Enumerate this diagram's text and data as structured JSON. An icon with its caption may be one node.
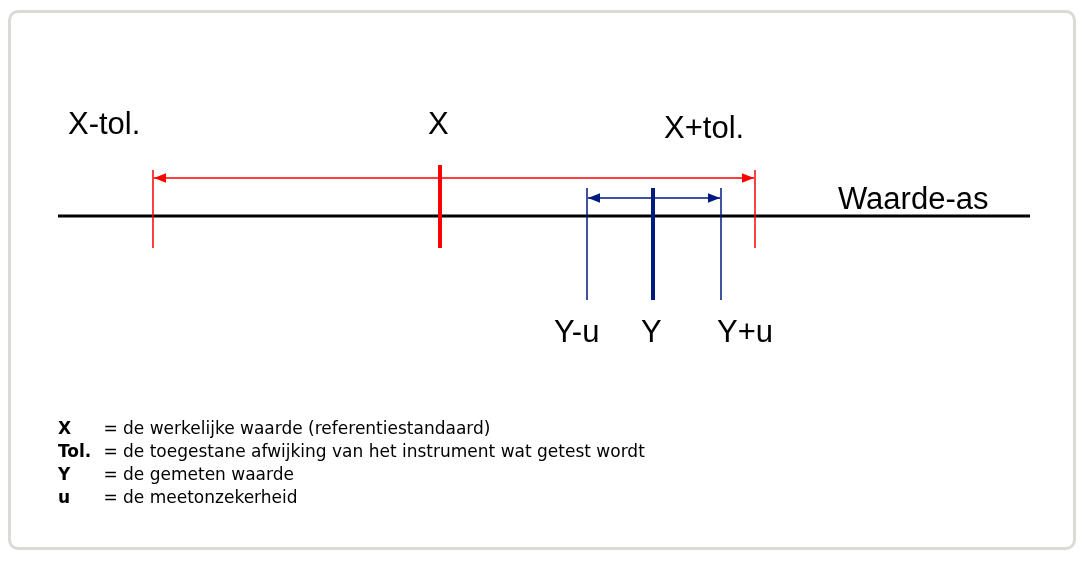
{
  "diagram": {
    "labels": [
      "X-tol.",
      "X",
      "X+tol.",
      "Waarde-as",
      "Y-u",
      "Y",
      "Y+u",
      "**X** = de werkelijke waarde (referentiestandaard)",
      "**Tol.** = de toegestane afwijking van het instrument wat getest wordt",
      "**Y** = de gemeten waarde",
      "**u** = de meetonzekerheid"
    ]
  }
}
